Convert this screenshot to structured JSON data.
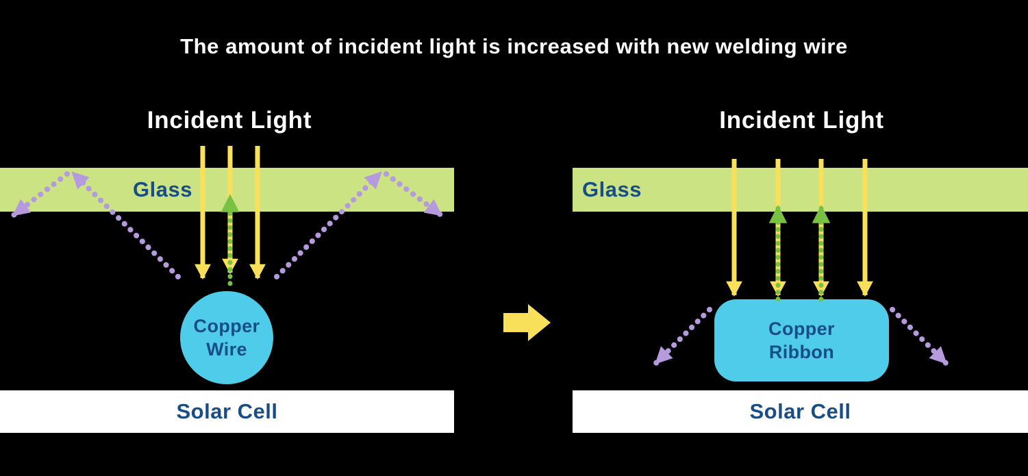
{
  "title": "The amount of incident light is increased with new welding wire",
  "left_panel": {
    "heading": "Incident Light",
    "glass_label": "Glass",
    "component_line1": "Copper",
    "component_line2": "Wire",
    "solar_label": "Solar Cell"
  },
  "right_panel": {
    "heading": "Incident Light",
    "glass_label": "Glass",
    "component_line1": "Copper",
    "component_line2": "Ribbon",
    "solar_label": "Solar Cell"
  },
  "icons": {
    "incident_light_arrow": "solid-yellow-down-arrow",
    "reflected_light_arrow": "dotted-green-up-arrow",
    "escaped_light_arrow": "dotted-purple-diagonal-arrow",
    "transition_arrow": "solid-yellow-right-block-arrow"
  },
  "colors": {
    "background": "#000000",
    "title_text": "#ffffff",
    "label_blue": "#174e87",
    "glass_fill": "#cbe383",
    "solar_fill": "#ffffff",
    "yellow": "#f8e05a",
    "green": "#79c143",
    "purple": "#b59add",
    "cyan": "#4fcce9"
  }
}
